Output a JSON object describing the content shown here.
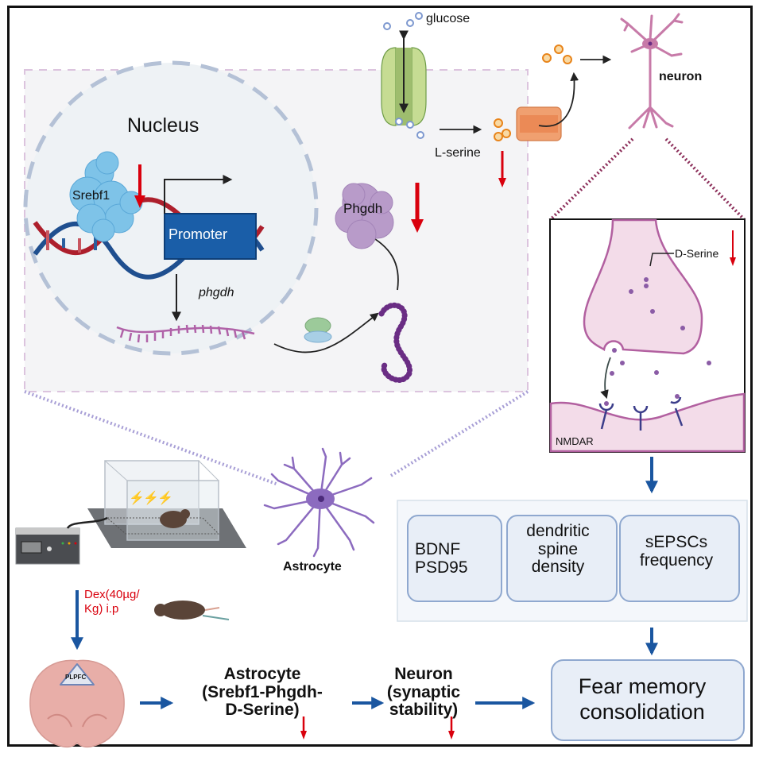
{
  "nucleus": {
    "title": "Nucleus",
    "srebf1_label": "Srebf1",
    "promoter_label": "Promoter",
    "gene_label": "phgdh"
  },
  "cytoplasm": {
    "protein_label": "Phgdh",
    "glucose_label": "glucose",
    "lserine_label": "L-serine"
  },
  "neuron": {
    "label": "neuron"
  },
  "synapse": {
    "dserine_label": "D-Serine",
    "receptor_label": "NMDAR"
  },
  "astrocyte": {
    "label": "Astrocyte"
  },
  "treatment": {
    "label_line1": "Dex(40µg/",
    "label_line2": "Kg) i.p"
  },
  "brain": {
    "region_label": "PLPFC"
  },
  "effects": [
    {
      "line1": "BDNF",
      "line2": "PSD95",
      "line3": ""
    },
    {
      "line1": "dendritic",
      "line2": "spine",
      "line3": "density"
    },
    {
      "line1": "sEPSCs",
      "line2": "frequency",
      "line3": ""
    }
  ],
  "pathway": {
    "astrocyte_title": "Astrocyte",
    "astrocyte_line2": "(Srebf1-Phgdh-",
    "astrocyte_line3": "D-Serine)",
    "neuron_title": "Neuron",
    "neuron_line2": "(synaptic",
    "neuron_line3": "stability)"
  },
  "outcome": {
    "line1": "Fear memory",
    "line2": "consolidation"
  },
  "colors": {
    "decrease_arrow": "#d9000d",
    "flow_arrow": "#1a56a0",
    "promoter": "#1a5ea8",
    "srebf1": "#7ec3e8",
    "phgdh": "#b89bc9",
    "neuron": "#c77aa8",
    "astrocyte": "#8c6bbf",
    "lserine": "#e8841a",
    "glucose": "#7d98cf"
  }
}
